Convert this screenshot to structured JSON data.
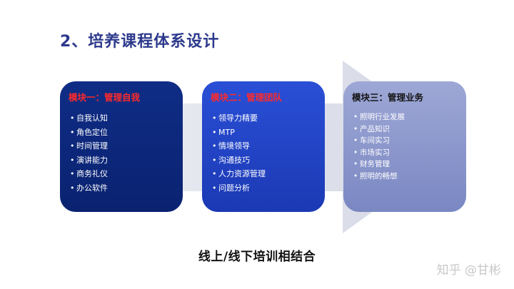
{
  "title": "2、培养课程体系设计",
  "modules": [
    {
      "heading": "模块一：管理自我",
      "items": [
        "自我认知",
        "角色定位",
        "时间管理",
        "演讲能力",
        "商务礼仪",
        "办公软件"
      ]
    },
    {
      "heading": "模块二：管理团队",
      "items": [
        "领导力精要",
        "MTP",
        "情境领导",
        "沟通技巧",
        "人力资源管理",
        "问题分析"
      ]
    },
    {
      "heading": "模块三：管理业务",
      "items": [
        "照明行业发展",
        "产品知识",
        "车间实习",
        "市场实习",
        "财务管理",
        "照明的畅想"
      ]
    }
  ],
  "bullet": "•",
  "subtitle": "线上/线下培训相结合",
  "watermark": "知乎 @甘彬",
  "colors": {
    "title": "#2d3a8c",
    "module1": "#0f2d86",
    "module2": "#2a4fd6",
    "module3": "#9ea8d6",
    "module_heading": "#ff2a2a",
    "connector": "#d9dbe6"
  }
}
